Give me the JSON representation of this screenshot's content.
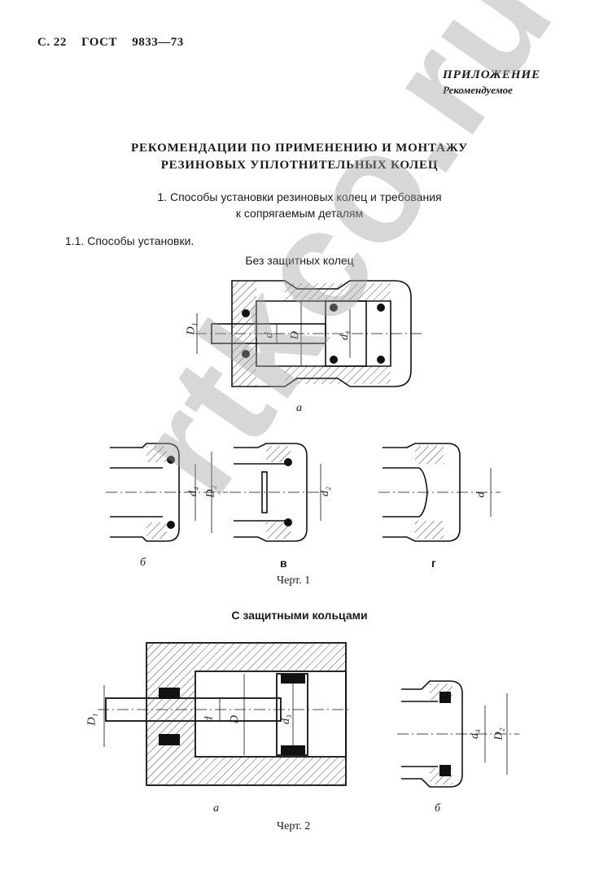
{
  "header": {
    "page": "С. 22",
    "standard": "ГОСТ",
    "number": "9833—73"
  },
  "appendix": {
    "label": "ПРИЛОЖЕНИЕ",
    "status": "Рекомендуемое"
  },
  "title": {
    "line1": "РЕКОМЕНДАЦИИ ПО ПРИМЕНЕНИЮ И МОНТАЖУ",
    "line2": "РЕЗИНОВЫХ УПЛОТНИТЕЛЬНЫХ КОЛЕЦ"
  },
  "section1": {
    "line1": "1. Способы установки резиновых колец и требования",
    "line2": "к сопрягаемым деталям"
  },
  "subsection": "1.1. Способы установки.",
  "group1_caption": "Без защитных колец",
  "group2_caption": "С защитными кольцами",
  "fig1": {
    "caption": "Черт. 1",
    "views": [
      "а",
      "б",
      "в",
      "г"
    ],
    "dims_a": [
      "D₁",
      "d",
      "D",
      "d₁"
    ],
    "dims_b": [
      "d₄",
      "D₂"
    ],
    "dims_v": [
      "d₂"
    ],
    "dims_g": [
      "d"
    ]
  },
  "fig2": {
    "caption": "Черт. 2",
    "views": [
      "а",
      "б"
    ],
    "dims_a": [
      "D₁",
      "d",
      "D",
      "d₃"
    ],
    "dims_b": [
      "d₄",
      "D₂"
    ]
  },
  "watermark": "rtkco.ru",
  "colors": {
    "ink": "#1a1a1a",
    "watermark": "#a0a0a0"
  }
}
